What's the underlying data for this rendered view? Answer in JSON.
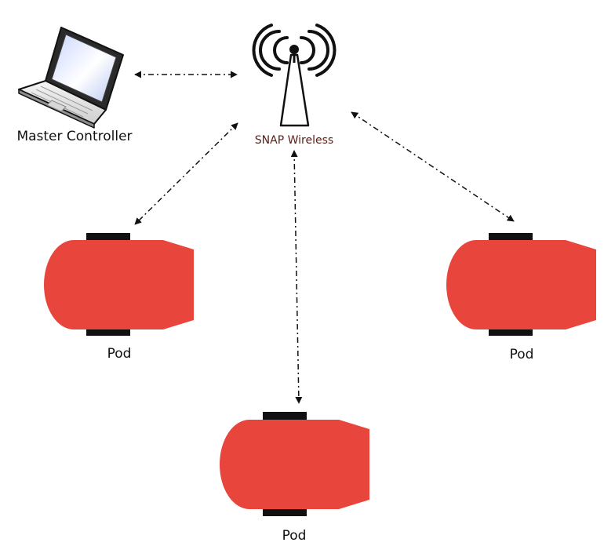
{
  "labels": {
    "master": "Master Controller",
    "snap": "SNAP Wireless",
    "pod_left": "Pod",
    "pod_right": "Pod",
    "pod_bottom": "Pod"
  },
  "colors": {
    "pod_body": "#e8453c",
    "wheel": "#111111",
    "snap_text": "#5a1f17",
    "link": "#111111",
    "screen": "#dde6ff"
  },
  "icons": {
    "master": "laptop-icon",
    "snap": "wireless-antenna-icon",
    "pods": "pod-robot-icon"
  }
}
